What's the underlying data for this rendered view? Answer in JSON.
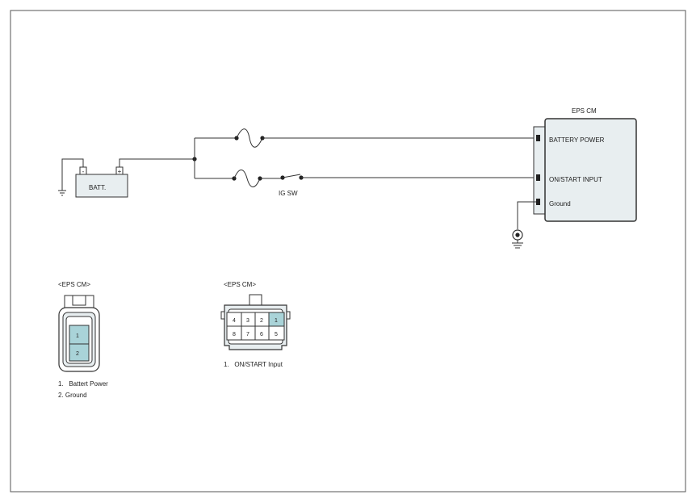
{
  "colors": {
    "box_fill": "#e8eef0",
    "box_stroke": "#333333",
    "pin_highlight": "#a9d3d8",
    "wire": "#333333"
  },
  "battery": {
    "label": "BATT.",
    "neg_symbol": "-",
    "pos_symbol": "+"
  },
  "switch": {
    "label": "IG SW"
  },
  "module": {
    "title": "EPS CM",
    "pins": [
      "BATTERY POWER",
      "ON/START INPUT",
      "Ground"
    ]
  },
  "connector_left": {
    "title": "<EPS CM>",
    "pins": [
      "1",
      "2"
    ],
    "legend": [
      "1.   Battert Power",
      "2. Ground"
    ]
  },
  "connector_right": {
    "title": "<EPS CM>",
    "top_row": [
      "4",
      "3",
      "2",
      "1"
    ],
    "bottom_row": [
      "8",
      "7",
      "6",
      "5"
    ],
    "legend": [
      "1.   ON/START Input"
    ]
  }
}
